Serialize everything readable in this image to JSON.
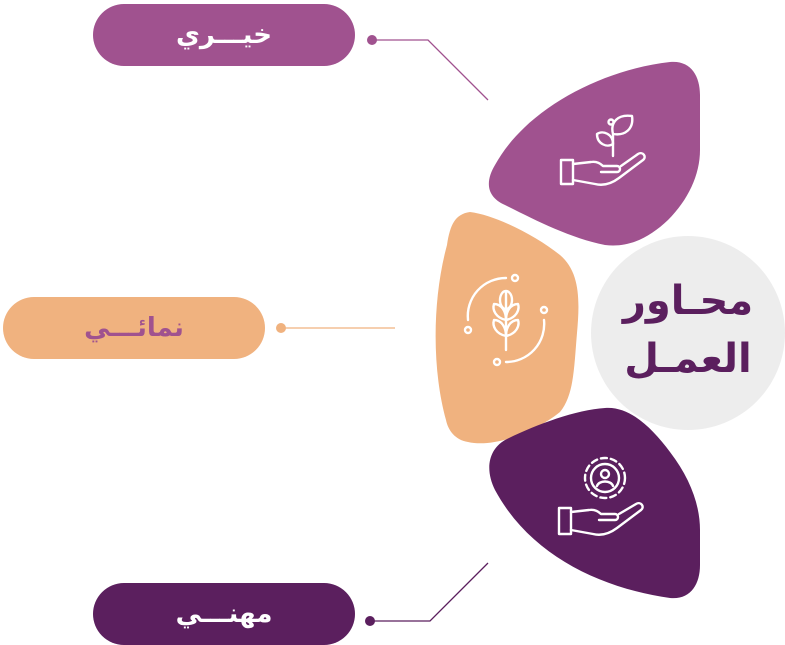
{
  "center": {
    "line1": "محـاور",
    "line2": "العمـل"
  },
  "pillars": [
    {
      "label": "خيـــري",
      "icon": "hand-with-plant-icon",
      "color": "#a0528f"
    },
    {
      "label": "نمائـــي",
      "icon": "wheat-cycle-icon",
      "color": "#f0b27f"
    },
    {
      "label": "مهنـــي",
      "icon": "hand-with-gear-person-icon",
      "color": "#5b1f5e"
    }
  ],
  "colors": {
    "purple": "#a0528f",
    "orange": "#f0b27f",
    "dark_purple": "#5b1f5e",
    "circle_bg": "#ededed"
  }
}
